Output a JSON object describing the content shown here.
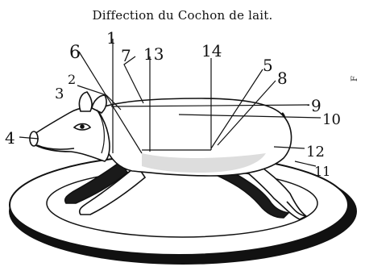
{
  "title": "Diffection du Cochon de lait.",
  "margin_letter": "F",
  "labels": {
    "l1": "1",
    "l2": "2",
    "l3": "3",
    "l4": "4",
    "l5": "5",
    "l6": "6",
    "l7": "7",
    "l8": "8",
    "l9": "9",
    "l10": "10",
    "l11": "11",
    "l12": "12",
    "l13": "13",
    "l14": "14"
  }
}
